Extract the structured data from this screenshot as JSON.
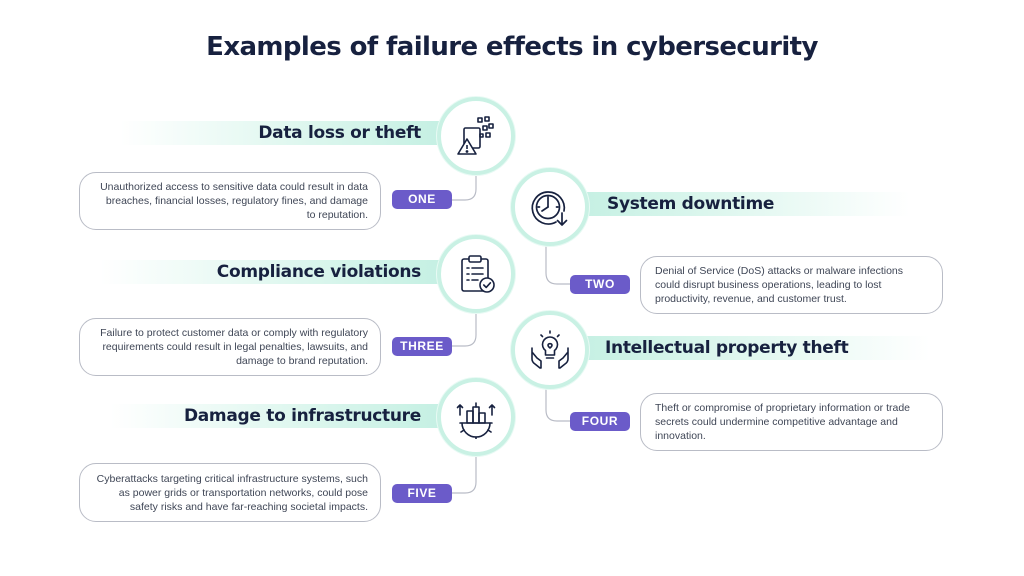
{
  "title": "Examples of failure effects in cybersecurity",
  "items": [
    {
      "number": "ONE",
      "heading": "Data loss or theft",
      "icon": "data-loss-warning-icon",
      "description": "Unauthorized access to sensitive data could result in data breaches, financial losses, regulatory fines, and damage to reputation."
    },
    {
      "number": "TWO",
      "heading": "System downtime",
      "icon": "clock-downtime-icon",
      "description": "Denial of Service (DoS) attacks or malware infections could disrupt business operations, leading to lost productivity, revenue, and customer trust."
    },
    {
      "number": "THREE",
      "heading": "Compliance violations",
      "icon": "clipboard-check-icon",
      "description": "Failure to protect customer data or comply with regulatory requirements could result in legal penalties, lawsuits, and damage to brand reputation."
    },
    {
      "number": "FOUR",
      "heading": "Intellectual property theft",
      "icon": "lightbulb-hands-icon",
      "description": "Theft or compromise of proprietary information or trade secrets could undermine competitive advantage and innovation."
    },
    {
      "number": "FIVE",
      "heading": "Damage to infrastructure",
      "icon": "factory-gear-icon",
      "description": "Cyberattacks targeting critical infrastructure systems, such as power grids or transportation networks, could pose safety risks and have far-reaching societal impacts."
    }
  ],
  "colors": {
    "accent": "#6b5bc9",
    "mint": "#c9f1e4",
    "ink": "#17213f"
  }
}
